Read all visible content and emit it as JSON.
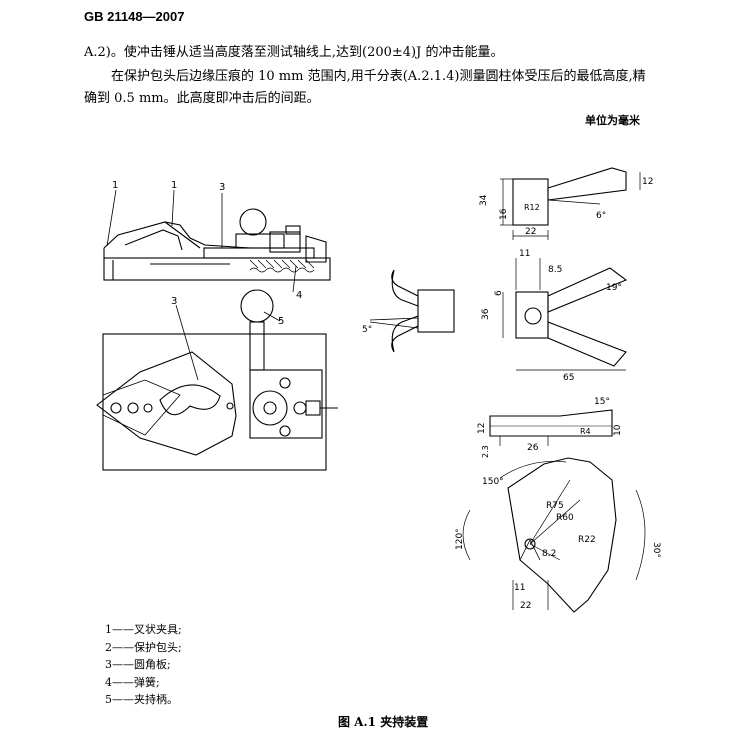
{
  "header": {
    "standard_no": "GB 21148—2007"
  },
  "body_text": {
    "line1": "A.2)。使冲击锤从适当高度落至测试轴线上,达到(200±4)J 的冲击能量。",
    "line2": "在保护包头后边缘压痕的 10 mm 范围内,用千分表(A.2.1.4)测量圆柱体受压后的最低高度,精",
    "line3": "确到 0.5 mm。此高度即冲击后的间距。"
  },
  "unit_note": "单位为毫米",
  "figure": {
    "callouts": [
      "1",
      "1",
      "3",
      "4",
      "3",
      "5"
    ],
    "dimensions": {
      "d12": "12",
      "d34": "34",
      "d16": "16",
      "d22_top": "22",
      "a6": "6°",
      "r12": "R12",
      "d11": "11",
      "d8_5": "8.5",
      "d6": "6",
      "a19": "19°",
      "d36": "36",
      "d65": "65",
      "a5": "5°",
      "a15": "15°",
      "r4": "R4",
      "d12b": "12",
      "d10": "10",
      "d2_3": "2.3",
      "d26": "26",
      "a150": "150°",
      "r75": "R75",
      "r60": "R60",
      "r22": "R22",
      "a120": "120°",
      "a30": "30°",
      "d8_2": "8.2",
      "d11b": "11",
      "d22b": "22"
    }
  },
  "legend": [
    "1——叉状夹具;",
    "2——保护包头;",
    "3——圆角板;",
    "4——弹簧;",
    "5——夹持柄。"
  ],
  "caption": "图 A.1   夹持装置"
}
